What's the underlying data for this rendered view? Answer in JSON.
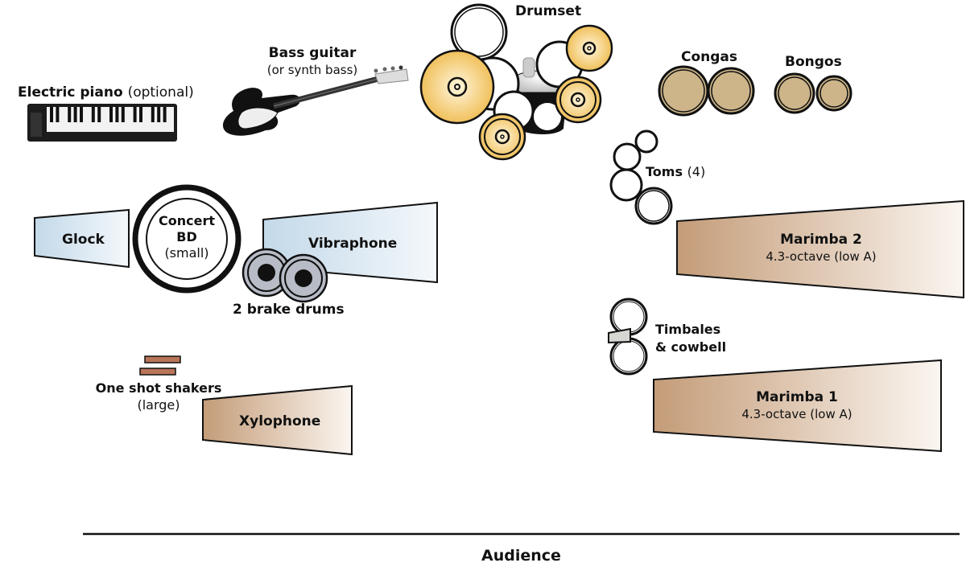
{
  "diagram": {
    "type": "stage-plot",
    "audience_label": "Audience",
    "colors": {
      "mallet_blue": "#c9dcea",
      "mallet_brown": "#c7a07e",
      "cymbal_gold": "#f2c35a",
      "hand_drum_tan": "#cdb589",
      "brake_drum_gray": "#b7bcc6",
      "shaker_brown": "#b97558",
      "outline": "#111111"
    },
    "instruments": {
      "electric_piano": {
        "name": "Electric piano",
        "note": "(optional)"
      },
      "bass_guitar": {
        "name": "Bass guitar",
        "note": "(or synth bass)"
      },
      "drumset": {
        "name": "Drumset"
      },
      "congas": {
        "name": "Congas",
        "count": 2
      },
      "bongos": {
        "name": "Bongos",
        "count": 2
      },
      "toms": {
        "name": "Toms",
        "note": "(4)",
        "count": 4
      },
      "glock": {
        "name": "Glock"
      },
      "concert_bd": {
        "line1": "Concert",
        "line2": "BD",
        "note": "(small)"
      },
      "vibraphone": {
        "name": "Vibraphone"
      },
      "brake_drums": {
        "name": "2 brake drums",
        "count": 2
      },
      "marimba_2": {
        "name": "Marimba 2",
        "note": "4.3-octave (low A)"
      },
      "timbales": {
        "line1": "Timbales",
        "line2": "& cowbell"
      },
      "marimba_1": {
        "name": "Marimba 1",
        "note": "4.3-octave (low A)"
      },
      "shakers": {
        "name": "One shot shakers",
        "note": "(large)"
      },
      "xylophone": {
        "name": "Xylophone"
      }
    }
  }
}
